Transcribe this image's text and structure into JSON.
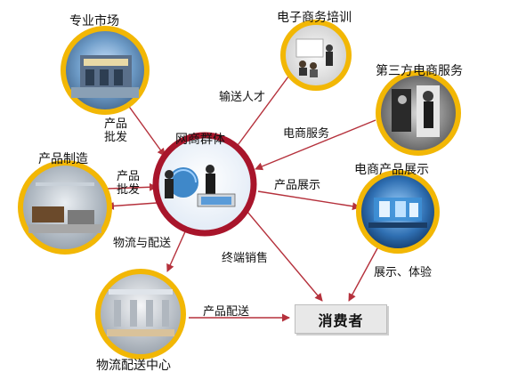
{
  "nodes": {
    "market": "专业市场",
    "training": "电子商务培训",
    "third_party": "第三方电商服务",
    "manufacturing": "产品制造",
    "cluster": "网商群体",
    "showcase": "电商产品展示",
    "logistics_center": "物流配送中心",
    "consumer": "消费者"
  },
  "edge_labels": {
    "wholesale_1": "产品批发",
    "wholesale_2": "产品批发",
    "talent": "输送人才",
    "ecom_service": "电商服务",
    "product_display": "产品展示",
    "logistics_delivery": "物流与配送",
    "retail": "终端销售",
    "product_delivery": "产品配送",
    "display_experience": "展示、体验"
  },
  "colors": {
    "ring_yellow": "#f2b705",
    "ring_red": "#a8152b",
    "arrow": "#b5313c"
  }
}
